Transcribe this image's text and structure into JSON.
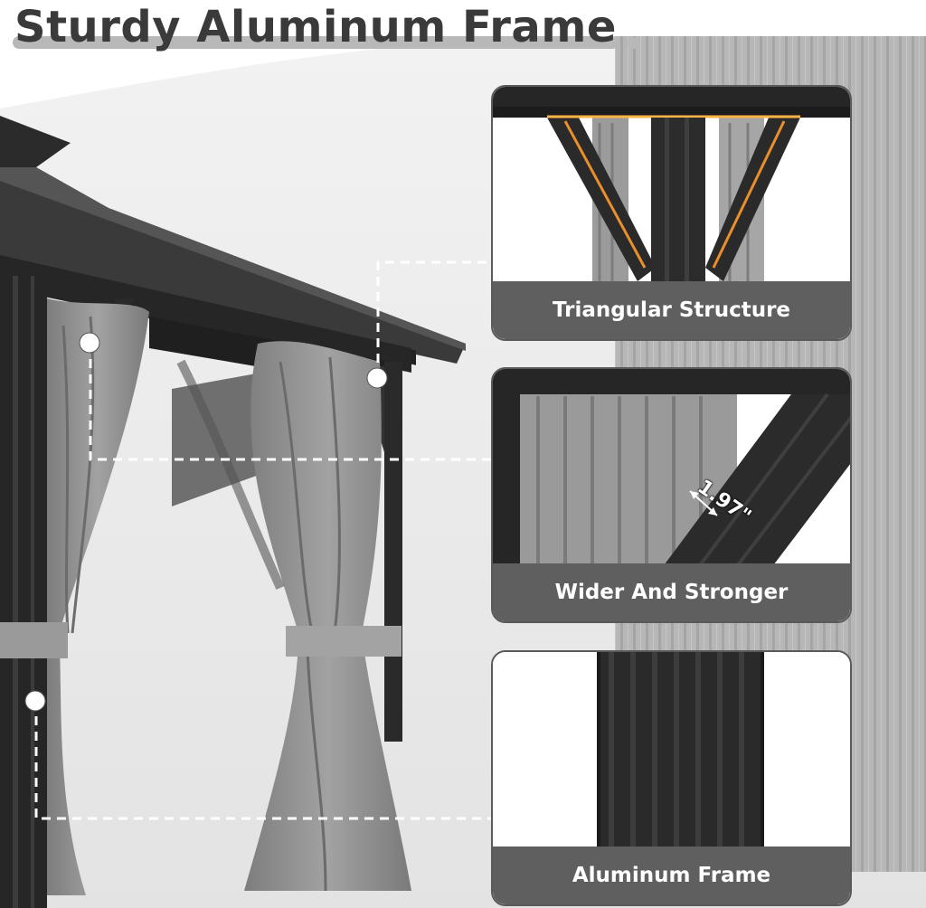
{
  "headline": "Sturdy Aluminum Frame",
  "cards": [
    {
      "caption": "Triangular Structure"
    },
    {
      "caption": "Wider And Stronger",
      "measurement": "1.97\""
    },
    {
      "caption": "Aluminum Frame"
    }
  ],
  "colors": {
    "frame": "#2e2e2e",
    "curtain": "#8f8f8f",
    "caption_bar": "#5f5f5f",
    "headline": "#3a3a3a",
    "glow": "#ff9a2a"
  }
}
